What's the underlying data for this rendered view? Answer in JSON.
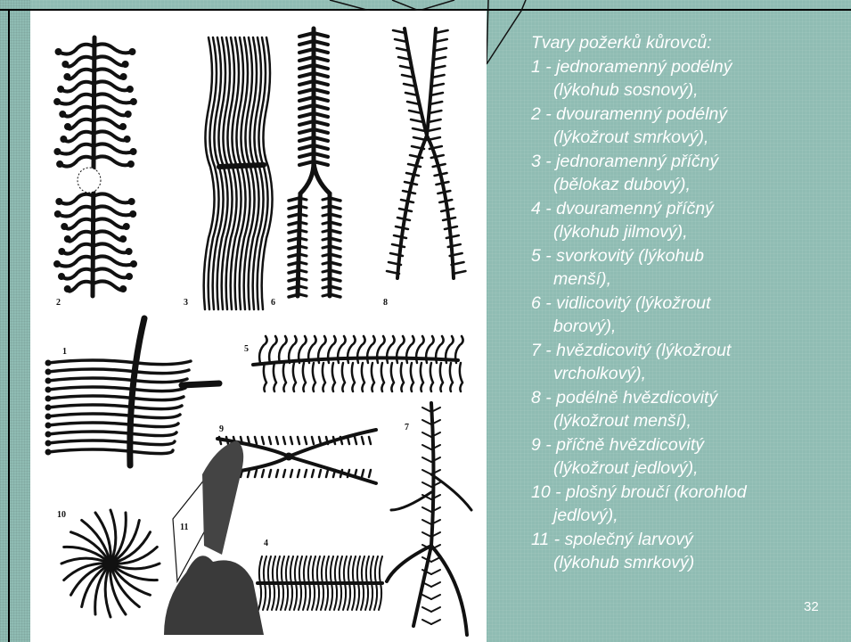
{
  "caption": {
    "lines": [
      {
        "text": "Tvary požerků kůrovců:",
        "indent": false
      },
      {
        "text": "1 - jednoramenný podélný",
        "indent": false
      },
      {
        "text": "(lýkohub sosnový),",
        "indent": true
      },
      {
        "text": "2 - dvouramenný podélný",
        "indent": false
      },
      {
        "text": "(lýkožrout smrkový),",
        "indent": true
      },
      {
        "text": "3 - jednoramenný příčný",
        "indent": false
      },
      {
        "text": "(bělokaz dubový),",
        "indent": true
      },
      {
        "text": "4 - dvouramenný příčný",
        "indent": false
      },
      {
        "text": "(lýkohub jilmový),",
        "indent": true
      },
      {
        "text": "5 - svorkovitý (lýkohub",
        "indent": false
      },
      {
        "text": "menší),",
        "indent": true
      },
      {
        "text": "6 - vidlicovitý (lýkožrout",
        "indent": false
      },
      {
        "text": "borový),",
        "indent": true
      },
      {
        "text": "7 - hvězdicovitý (lýkožrout",
        "indent": false
      },
      {
        "text": "vrcholkový),",
        "indent": true
      },
      {
        "text": "8 - podélně hvězdicovitý",
        "indent": false
      },
      {
        "text": "(lýkožrout menší),",
        "indent": true
      },
      {
        "text": "9 - příčně hvězdicovitý",
        "indent": false
      },
      {
        "text": "(lýkožrout jedlový),",
        "indent": true
      },
      {
        "text": "10 - plošný broučí (korohlod",
        "indent": false
      },
      {
        "text": "jedlový),",
        "indent": true
      },
      {
        "text": "11 - společný larvový",
        "indent": false
      },
      {
        "text": "(lýkohub smrkový)",
        "indent": true
      }
    ]
  },
  "figure_labels": {
    "n2": "2",
    "n3": "3",
    "n6": "6",
    "n8": "8",
    "n1": "1",
    "n5": "5",
    "n9": "9",
    "n7": "7",
    "n10": "10",
    "n11": "11",
    "n4": "4"
  },
  "page_number": "32",
  "colors": {
    "background": "#8fbcb3",
    "text": "#ffffff",
    "ink": "#111111"
  }
}
